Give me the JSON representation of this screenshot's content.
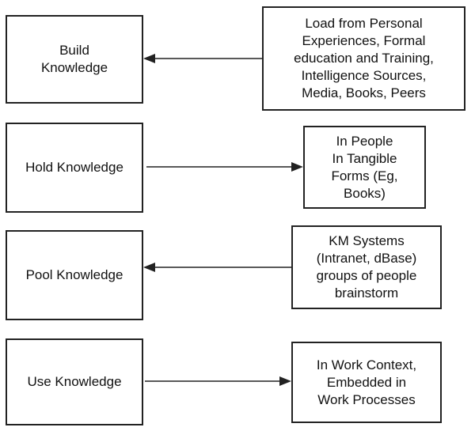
{
  "colors": {
    "stroke": "#222222",
    "text": "#111111",
    "background": "#ffffff"
  },
  "rows": [
    {
      "stage": {
        "lines": [
          "Build",
          "Knowledge"
        ]
      },
      "detail": {
        "lines": [
          "Load from Personal",
          "Experiences, Formal",
          "education and Training,",
          "Intelligence Sources,",
          "Media, Books, Peers"
        ]
      },
      "arrow_direction": "left"
    },
    {
      "stage": {
        "lines": [
          "Hold Knowledge"
        ]
      },
      "detail": {
        "lines": [
          "In People",
          "In Tangible",
          "Forms (Eg,",
          "Books)"
        ]
      },
      "arrow_direction": "right"
    },
    {
      "stage": {
        "lines": [
          "Pool Knowledge"
        ]
      },
      "detail": {
        "lines": [
          "KM Systems",
          "(Intranet, dBase)",
          "groups of people",
          "brainstorm"
        ]
      },
      "arrow_direction": "left"
    },
    {
      "stage": {
        "lines": [
          "Use Knowledge"
        ]
      },
      "detail": {
        "lines": [
          "In Work Context,",
          "Embedded in",
          "Work  Processes"
        ]
      },
      "arrow_direction": "right"
    }
  ]
}
